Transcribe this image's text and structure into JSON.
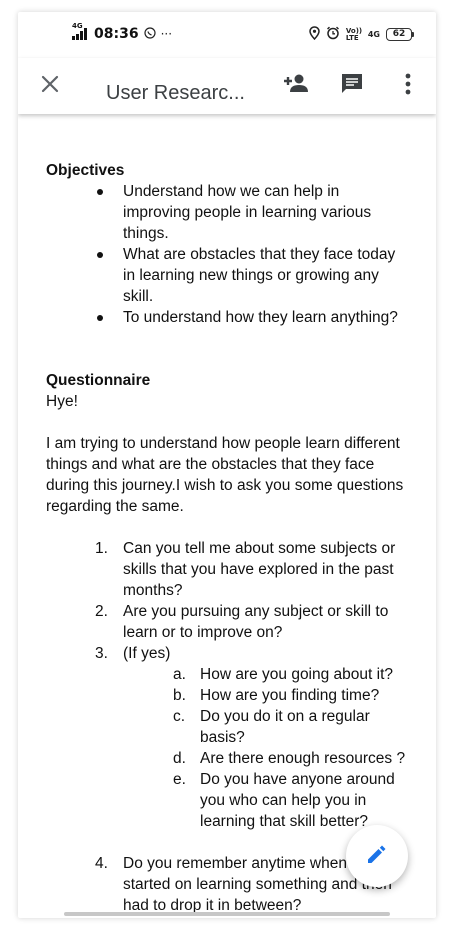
{
  "status_bar": {
    "network": "4G",
    "time": "08:36",
    "whatsapp_icon": "whatsapp-icon",
    "more_dots": "···",
    "right_icons": [
      "location-icon",
      "alarm-icon",
      "volte-icon",
      "4g-signal-icon"
    ],
    "volte_label": "Vo)) LTE",
    "data_label": "4G",
    "battery_level": "62"
  },
  "app_bar": {
    "title": "User Researc...",
    "close_icon": "close-icon",
    "add_person_icon": "add-person-icon",
    "comment_icon": "comment-icon",
    "more_icon": "more-vert-icon"
  },
  "document": {
    "objectives_heading": "Objectives",
    "objectives": [
      [
        "Understand how we can help in",
        "improving people in learning various",
        "things."
      ],
      [
        "What are obstacles that they face today",
        "in learning new things or growing any",
        "skill."
      ],
      [
        "To understand how they learn anything?"
      ]
    ],
    "questionnaire_heading": "Questionnaire",
    "greeting": "Hye!",
    "intro": [
      "I am trying to understand how people learn different",
      "things and what are the obstacles that they face",
      "during this journey.I wish to ask you some questions",
      "regarding the same."
    ],
    "questions": [
      {
        "num": "1.",
        "lines": [
          "Can you tell me about some subjects or",
          "skills that you have explored in the past",
          "months?"
        ]
      },
      {
        "num": "2.",
        "lines": [
          "Are you pursuing any subject or skill to",
          "learn or to improve on?"
        ]
      },
      {
        "num": "3.",
        "lines": [
          "(If yes)"
        ]
      }
    ],
    "sub_questions": [
      {
        "num": "a.",
        "lines": [
          "How are you going about it?"
        ]
      },
      {
        "num": "b.",
        "lines": [
          "How are you finding time?"
        ]
      },
      {
        "num": "c.",
        "lines": [
          "Do you do it on a regular",
          "basis?"
        ]
      },
      {
        "num": "d.",
        "lines": [
          "Are there enough resources ?"
        ]
      },
      {
        "num": "e.",
        "lines": [
          "Do you have anyone around",
          "you who can help you in",
          "learning that skill better?"
        ]
      }
    ],
    "question_4": {
      "num": "4.",
      "lines": [
        "Do you remember anytime when you",
        "started on learning something and then",
        "had to drop it in between?"
      ]
    }
  },
  "fab": {
    "icon": "edit-pencil-icon",
    "color": "#1a73e8"
  }
}
